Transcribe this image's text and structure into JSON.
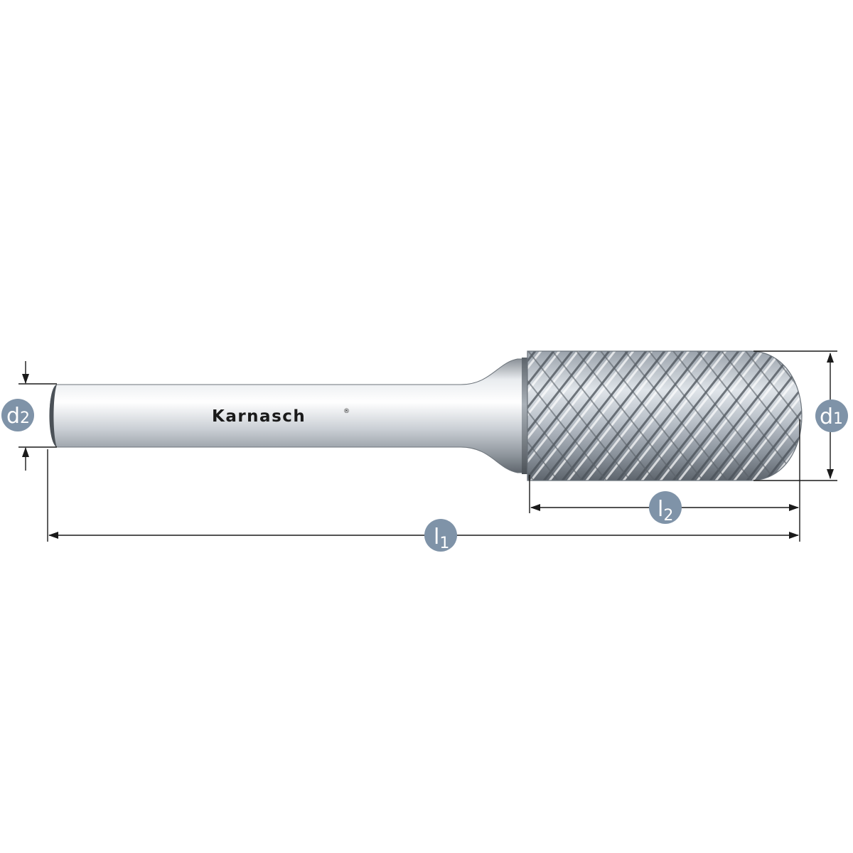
{
  "brand": {
    "name": "Karnasch",
    "registered_mark": "®"
  },
  "dimensions": {
    "d1": {
      "letter": "d",
      "index": "1"
    },
    "d2": {
      "letter": "d",
      "index": "2"
    },
    "l1": {
      "letter": "l",
      "index": "1"
    },
    "l2": {
      "letter": "l",
      "index": "2"
    }
  },
  "colors": {
    "badge": "#7f93a8",
    "dimension_line": "#1a1a1a",
    "steel_light": "#f4f6f8",
    "steel_dark": "#6f7780"
  }
}
